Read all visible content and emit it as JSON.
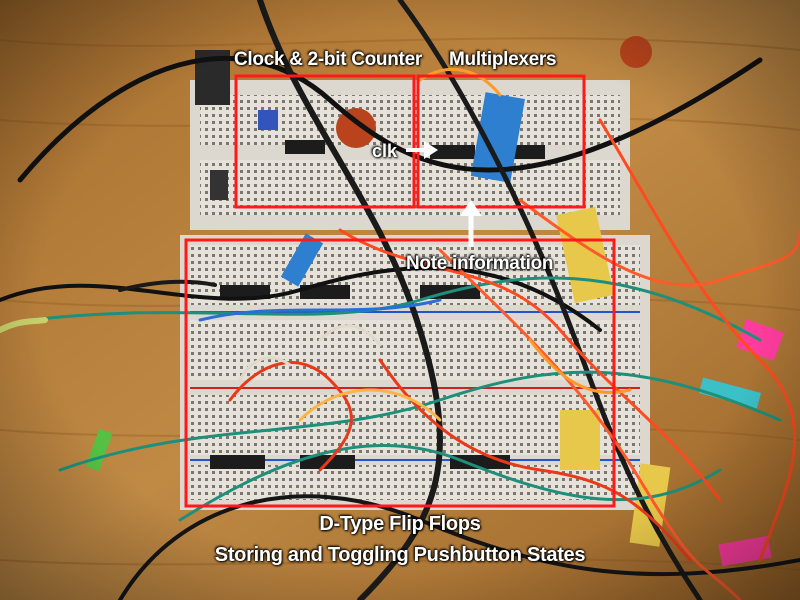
{
  "labels": {
    "clock_counter": "Clock & 2-bit Counter",
    "multiplexers": "Multiplexers",
    "clk": "clk",
    "note_information": "Note information",
    "d_type_flip_flops": "D-Type Flip Flops",
    "storing_toggling": "Storing and Toggling Pushbutton States"
  },
  "colors": {
    "highlight_box": "#ff1a1a",
    "label_text": "#ffffff",
    "table_wood": "#b8803a",
    "breadboard": "#e4e0d8"
  }
}
